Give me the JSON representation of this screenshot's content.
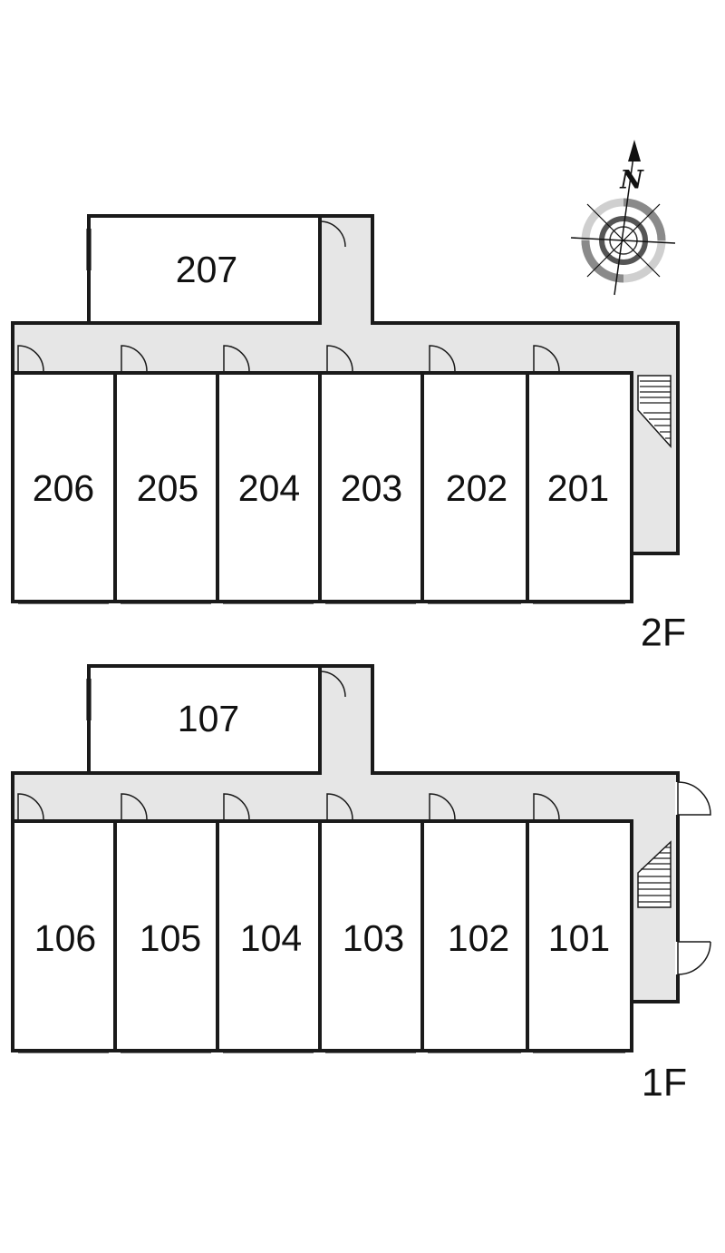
{
  "compass": {
    "label": "N",
    "icon": "compass-rose-icon"
  },
  "floors": [
    {
      "id": "2F",
      "label": "2F",
      "units": [
        "207",
        "206",
        "205",
        "204",
        "203",
        "202",
        "201"
      ]
    },
    {
      "id": "1F",
      "label": "1F",
      "units": [
        "107",
        "106",
        "105",
        "104",
        "103",
        "102",
        "101"
      ]
    }
  ],
  "colors": {
    "wall": "#1a1a1a",
    "corridor": "#e6e6e6",
    "room": "#ffffff"
  }
}
